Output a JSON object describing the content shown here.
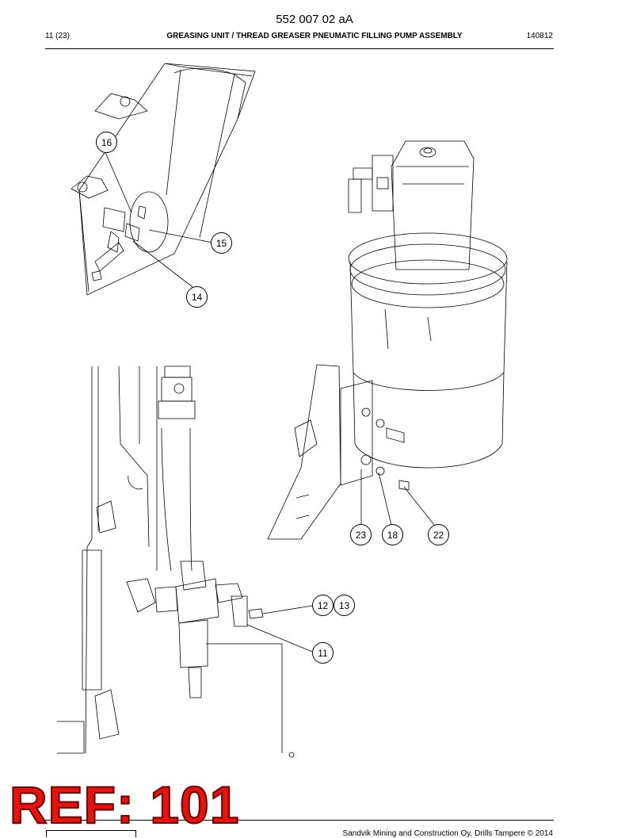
{
  "header": {
    "doc_number": "552 007 02 aA",
    "page": "11 (23)",
    "title": "GREASING UNIT / THREAD GREASER PNEUMATIC FILLING PUMP ASSEMBLY",
    "date": "140812"
  },
  "callouts": {
    "c16": "16",
    "c15": "15",
    "c14": "14",
    "c23": "23",
    "c18": "18",
    "c22": "22",
    "c12": "12",
    "c13": "13",
    "c11": "11"
  },
  "footer": {
    "copyright": "Sandvik Mining and Construction Oy, Drills Tampere © 2014"
  },
  "stamp": {
    "text": "REF: 101"
  }
}
